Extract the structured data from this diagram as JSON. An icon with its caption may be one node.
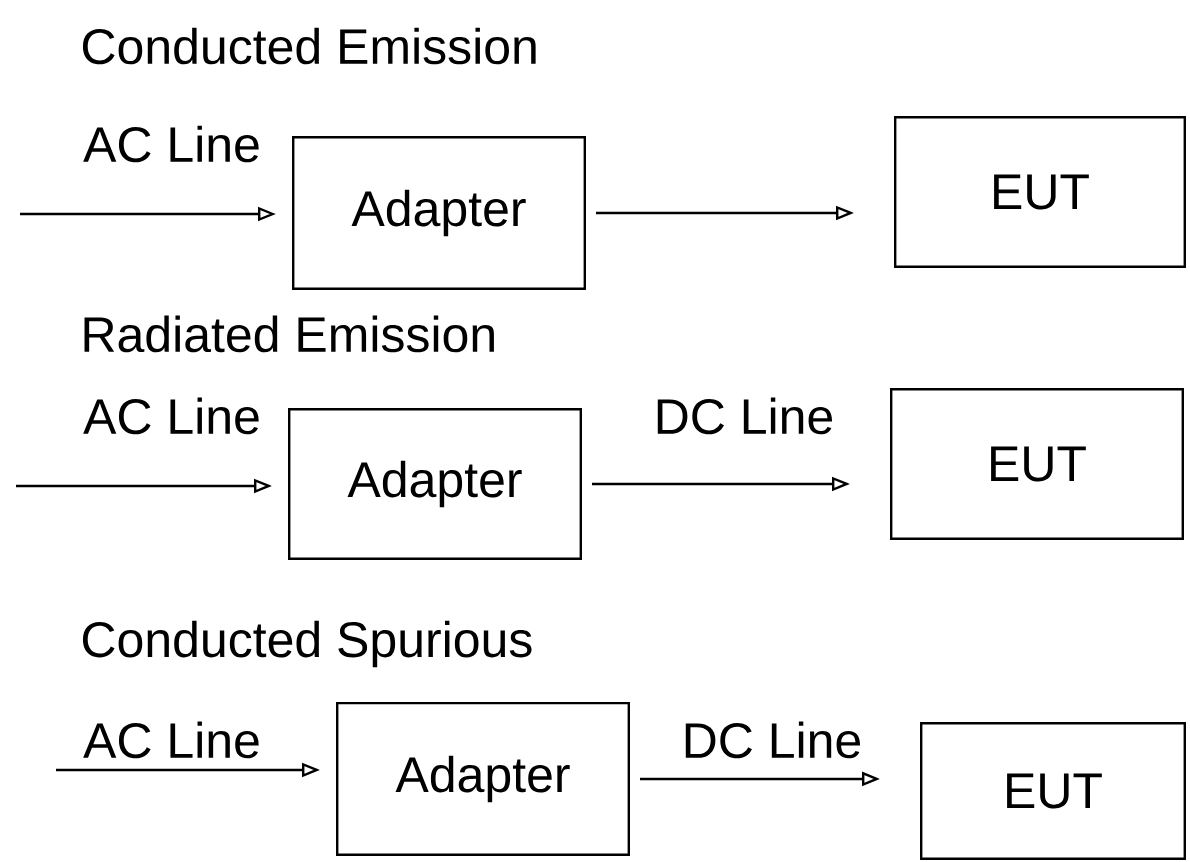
{
  "diagram": {
    "nodes": [
      {
        "text": [
          "Adapter"
        ]
      },
      {
        "text": [
          "EUT"
        ]
      },
      {
        "text": [
          "Adapter"
        ]
      },
      {
        "text": [
          "EUT"
        ]
      },
      {
        "text": [
          "Adapter"
        ]
      },
      {
        "text": [
          "EUT"
        ]
      }
    ],
    "edges": [
      {
        "from": null,
        "to": 0,
        "arrow": "to",
        "label": "AC Line"
      },
      {
        "from": 0,
        "to": 1,
        "arrow": "to"
      },
      {
        "from": null,
        "to": 2,
        "arrow": "to",
        "label": "AC Line"
      },
      {
        "from": 2,
        "to": 3,
        "arrow": "to",
        "label": "DC Line"
      },
      {
        "from": null,
        "to": 4,
        "arrow": "to",
        "label": "AC Line"
      },
      {
        "from": 4,
        "to": 5,
        "arrow": "to",
        "label": "DC Line"
      }
    ],
    "labels": [
      "Conducted Emission",
      "Radiated Emission",
      "Conducted Spurious"
    ]
  }
}
